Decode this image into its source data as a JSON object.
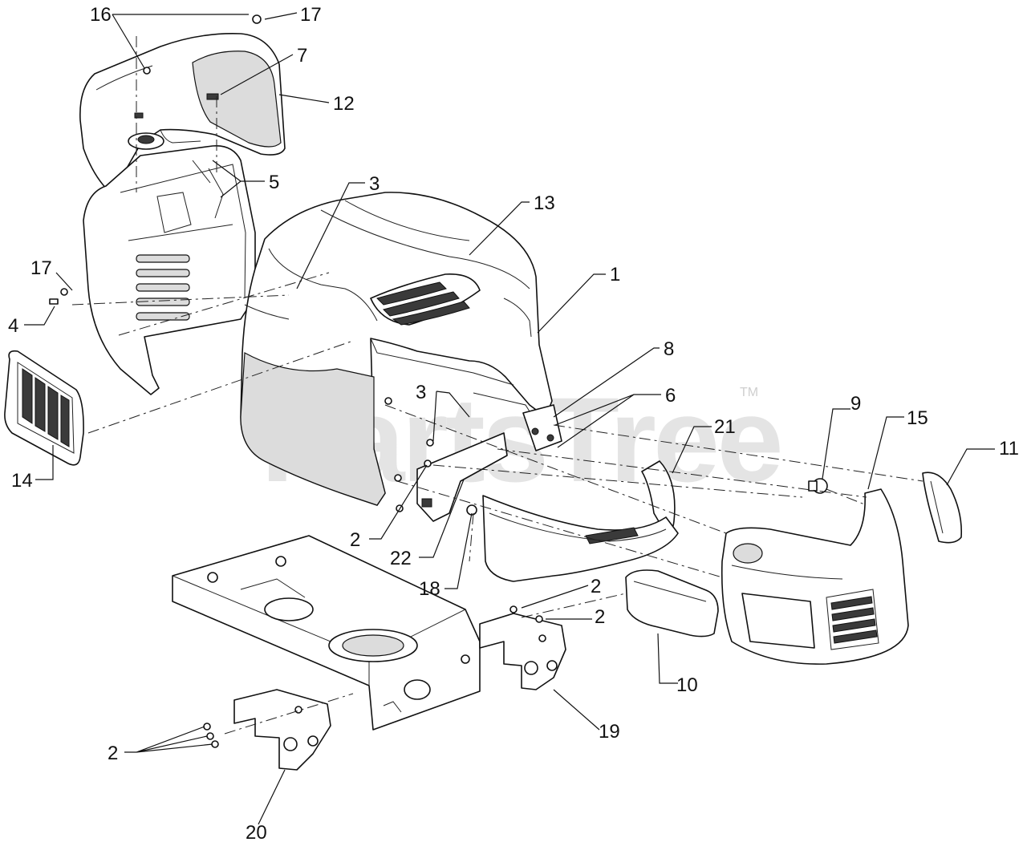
{
  "watermark": {
    "brand": "PartsTree",
    "trademark": "TM"
  },
  "callouts": [
    "16",
    "17",
    "7",
    "12",
    "5",
    "3",
    "13",
    "1",
    "17",
    "4",
    "8",
    "6",
    "3",
    "9",
    "21",
    "15",
    "11",
    "14",
    "2",
    "22",
    "18",
    "2",
    "2",
    "10",
    "19",
    "2",
    "20"
  ]
}
